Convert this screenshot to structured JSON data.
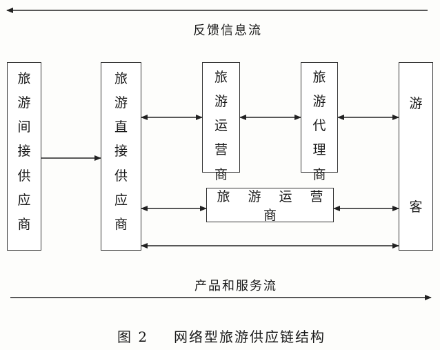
{
  "feedback_label": "反馈信息流",
  "product_label": "产品和服务流",
  "caption": {
    "figure_no": "图 2",
    "title": "网络型旅游供应链结构"
  },
  "boxes": {
    "indirect_supplier": "旅游间接供应商",
    "direct_supplier": "旅游直接供应商",
    "operator_top": "旅游运营商",
    "agent": "旅游代理商",
    "tourist": "游客",
    "operator_middle": "旅 游 运 营 商"
  }
}
